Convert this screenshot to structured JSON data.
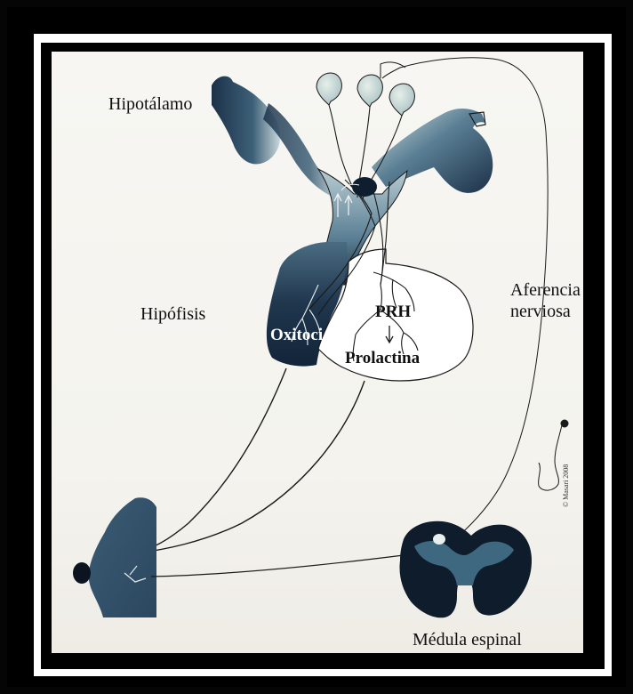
{
  "labels": {
    "hypothalamus": "Hipotálamo",
    "pituitary": "Hipófisis",
    "oxytocin": "Oxitoci",
    "prh": "PRH",
    "prolactin": "Prolactina",
    "afferent_line1": "Aferencia",
    "afferent_line2": "nerviosa",
    "spinal_cord": "Médula espinal",
    "copyright": "© Masari 2008"
  },
  "colors": {
    "dark_blue": "#1c3148",
    "mid_blue": "#4e7288",
    "light_blue": "#b9cdd3",
    "line": "#1a1a1a",
    "background": "#f6f5f1"
  }
}
